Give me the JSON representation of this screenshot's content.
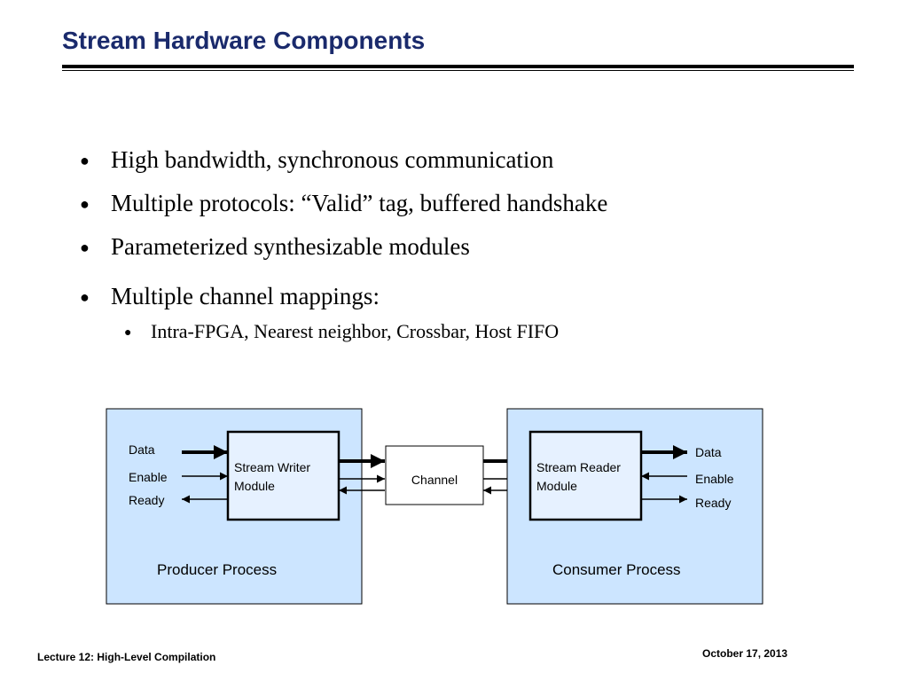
{
  "slide": {
    "title": "Stream Hardware Components",
    "bullets": [
      "High bandwidth, synchronous communication",
      "Multiple protocols: “Valid” tag, buffered handshake",
      "Parameterized synthesizable modules",
      "Multiple channel mappings:"
    ],
    "sub_bullets": [
      "Intra-FPGA, Nearest neighbor, Crossbar, Host FIFO"
    ],
    "bullet_glyph": "●"
  },
  "diagram": {
    "producer": {
      "label": "Producer Process",
      "signals": [
        "Data",
        "Enable",
        "Ready"
      ],
      "module_lines": [
        "Stream Writer",
        "Module"
      ]
    },
    "channel": {
      "label": "Channel"
    },
    "consumer": {
      "label": "Consumer Process",
      "signals": [
        "Data",
        "Enable",
        "Ready"
      ],
      "module_lines": [
        "Stream Reader",
        "Module"
      ]
    },
    "colors": {
      "process_fill": "#cce5ff",
      "module_fill": "#e6f1ff",
      "channel_fill": "#ffffff"
    }
  },
  "footer": {
    "left": "Lecture 12: High-Level Compilation",
    "right": "October 17, 2013"
  }
}
